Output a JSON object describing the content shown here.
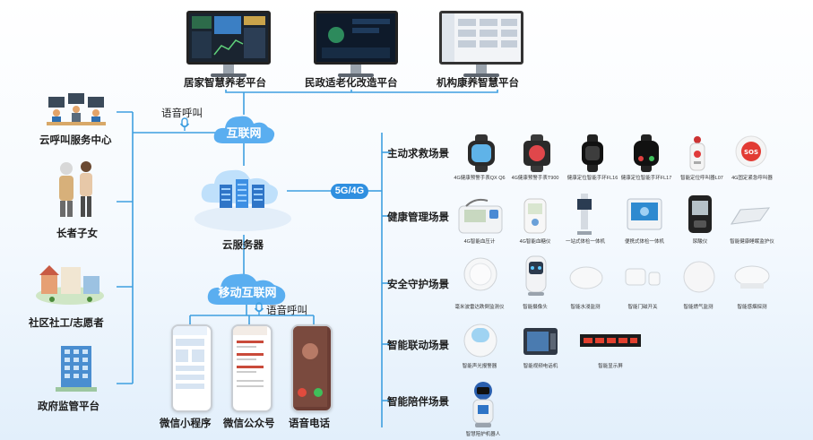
{
  "platforms": [
    {
      "label": "居家智慧养老平台"
    },
    {
      "label": "民政适老化改造平台"
    },
    {
      "label": "机构康养智慧平台"
    }
  ],
  "left_nodes": [
    {
      "label": "云呼叫服务中心"
    },
    {
      "label": "长者子女"
    },
    {
      "label": "社区社工/志愿者"
    },
    {
      "label": "政府监管平台"
    }
  ],
  "center": {
    "internet": "互联网",
    "voice_call_top": "语音呼叫",
    "cloud_server": "云服务器",
    "network_badge": "5G/4G",
    "mobile_internet": "移动互联网",
    "voice_call_bottom": "语音呼叫"
  },
  "apps": [
    {
      "label": "微信小程序"
    },
    {
      "label": "微信公众号"
    },
    {
      "label": "语音电话"
    }
  ],
  "scenes": [
    {
      "title": "主动求救场景",
      "devices": [
        "4G健康预警手表QX Q6",
        "4G健康预警手表T900",
        "健康定位智能手环FL16",
        "健康定位智能手环FL17",
        "智能定位呼叫器L07",
        "4G固定紧急呼叫器"
      ]
    },
    {
      "title": "健康管理场景",
      "devices": [
        "4G智能血压计",
        "4G智能血糖仪",
        "一站式体检一体机",
        "便携式体检一体机",
        "尿酸仪",
        "智能健康睡眠监护仪"
      ]
    },
    {
      "title": "安全守护场景",
      "devices": [
        "毫米波雷达跌倒监测仪",
        "智能摄像头",
        "智能水浸监测",
        "智能门磁开关",
        "智能燃气监测",
        "智能感烟探测"
      ]
    },
    {
      "title": "智能联动场景",
      "devices": [
        "智能声光报警器",
        "智能视频电话机",
        "智能显示屏"
      ]
    },
    {
      "title": "智能陪伴场景",
      "devices": [
        "智慧陪护机器人"
      ]
    }
  ],
  "colors": {
    "line": "#3e9fe0",
    "cloud": "#5aaef0",
    "badge": "#2f8fe0"
  }
}
